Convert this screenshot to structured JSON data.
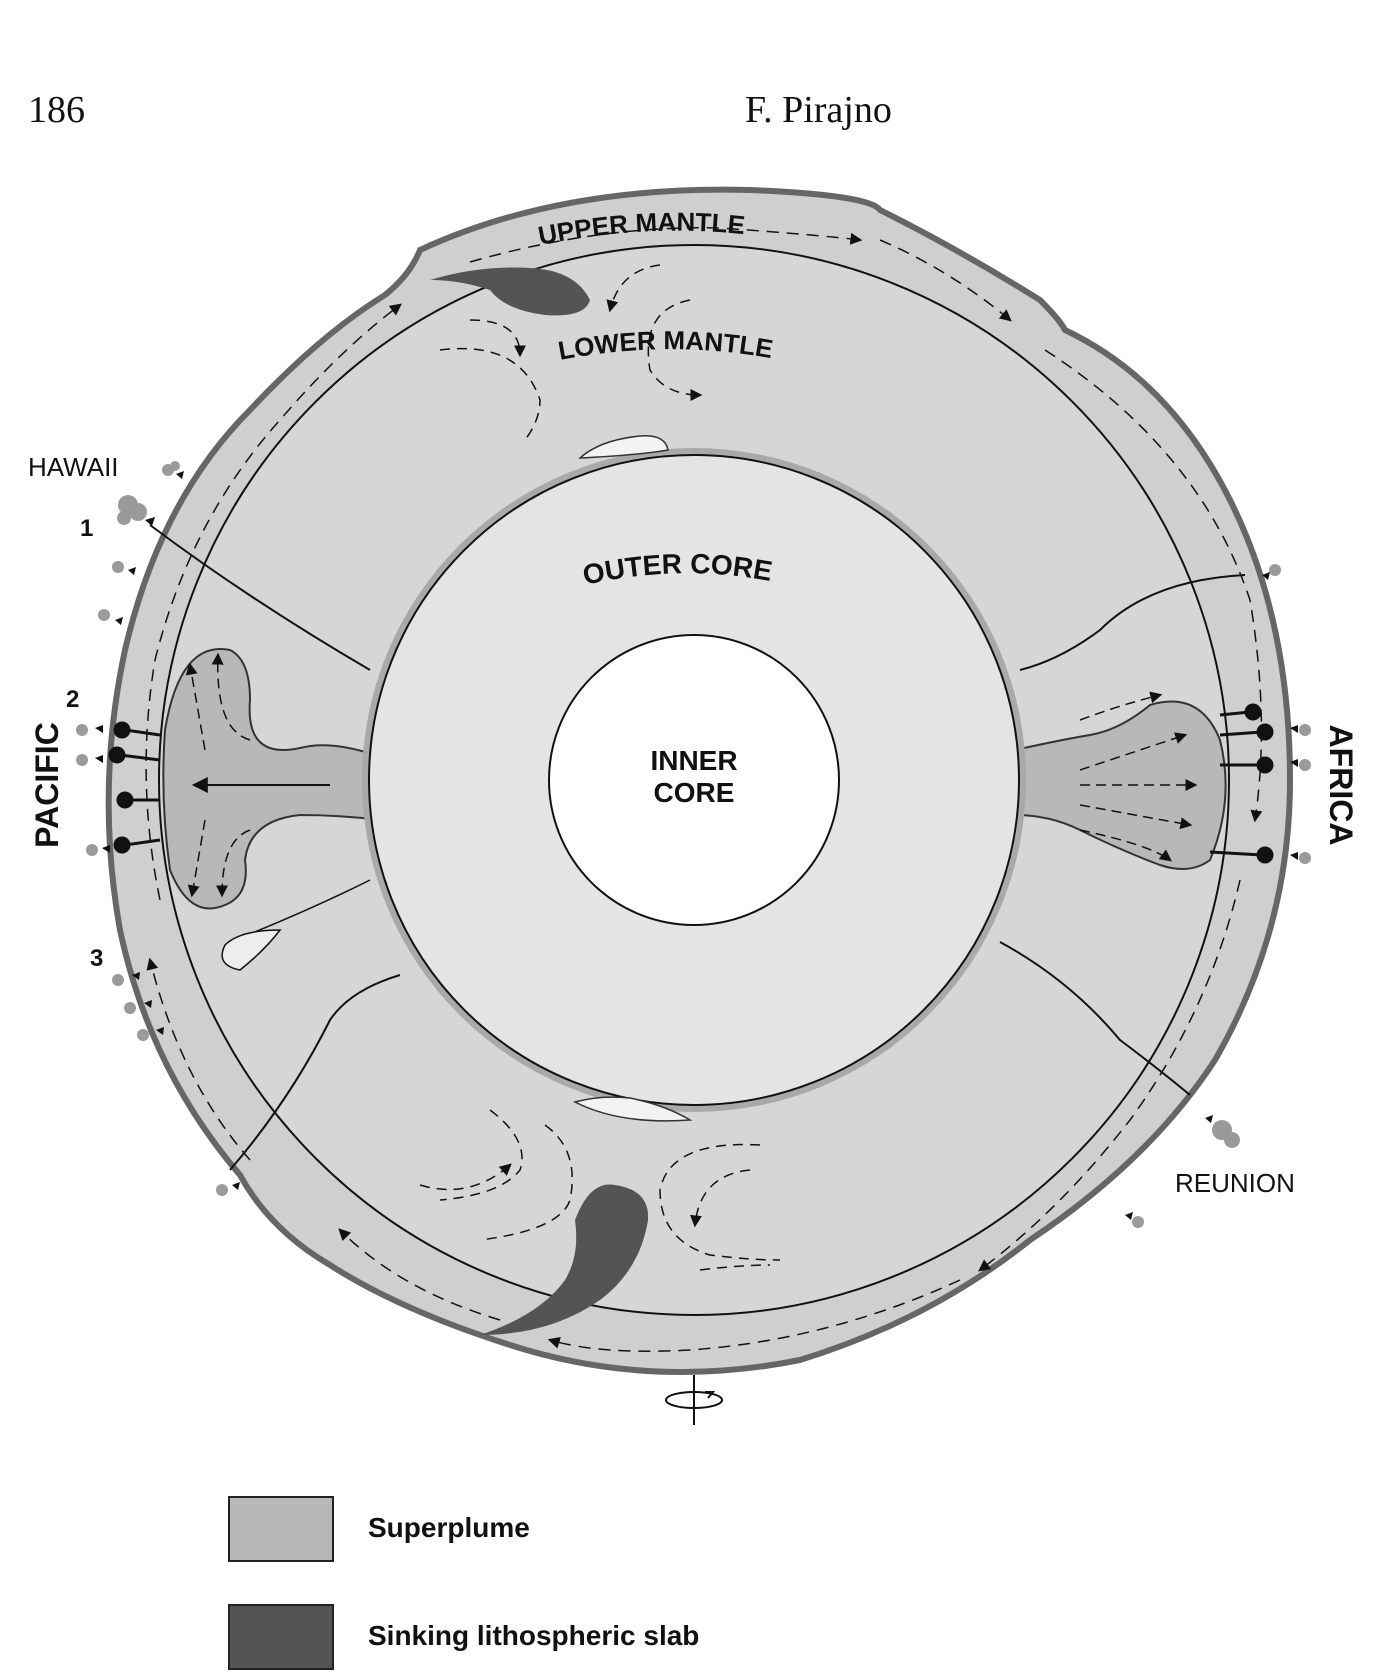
{
  "header": {
    "page_number": "186",
    "author": "F. Pirajno"
  },
  "labels": {
    "upper_mantle": "UPPER MANTLE",
    "lower_mantle": "LOWER MANTLE",
    "outer_core": "OUTER CORE",
    "inner_core_line1": "INNER",
    "inner_core_line2": "CORE",
    "pacific": "PACIFIC",
    "africa": "AFRICA",
    "hawaii": "HAWAII",
    "reunion": "REUNION",
    "num1": "1",
    "num2": "2",
    "num3": "3"
  },
  "legend": [
    {
      "label": "Superplume",
      "color": "#b8b8b8"
    },
    {
      "label": "Sinking lithospheric slab",
      "color": "#545454"
    }
  ],
  "colors": {
    "mantle": "#d4d4d4",
    "superplume": "#b8b8b8",
    "outer_core": "#e4e4e4",
    "inner_core": "#ffffff",
    "slab": "#545454",
    "outline": "#666666"
  }
}
